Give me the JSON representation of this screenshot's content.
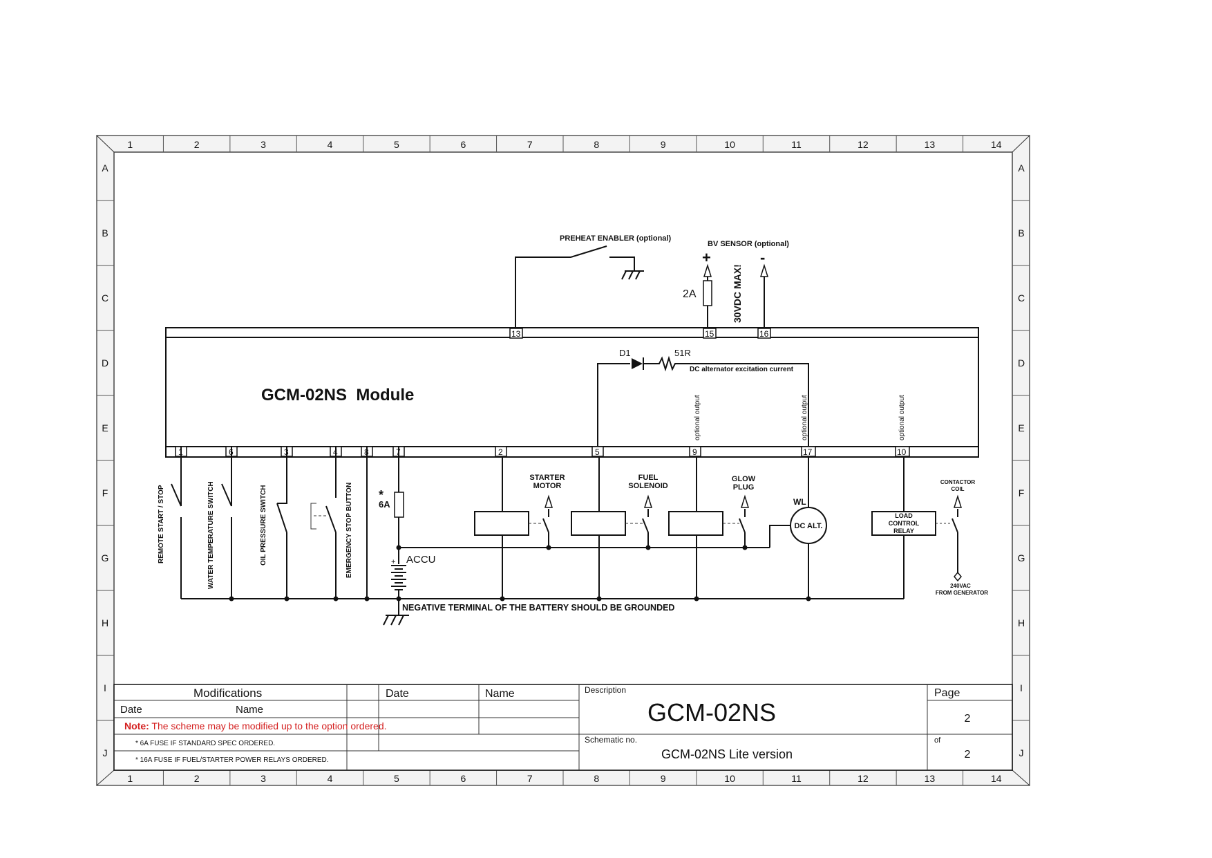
{
  "frame": {
    "columns": [
      "1",
      "2",
      "3",
      "4",
      "5",
      "6",
      "7",
      "8",
      "9",
      "10",
      "11",
      "12",
      "13",
      "14"
    ],
    "rows": [
      "A",
      "B",
      "C",
      "D",
      "E",
      "F",
      "G",
      "H",
      "I",
      "J"
    ]
  },
  "module": {
    "title": "GCM-02NS  Module",
    "top_terminals": [
      "13",
      "15",
      "16"
    ],
    "bottom_terminals": [
      "1",
      "6",
      "3",
      "4",
      "8",
      "7",
      "2",
      "5",
      "9",
      "17",
      "10"
    ]
  },
  "labels": {
    "preheat": "PREHEAT ENABLER (optional)",
    "bv_sensor": "BV SENSOR (optional)",
    "plus": "+",
    "minus": "-",
    "fuse_2a": "2A",
    "max_voltage": "30VDC MAX!",
    "d1": "D1",
    "r51": "51R",
    "excitation": "DC alternator excitation current",
    "optional_output": "optional output",
    "remote_start": "REMOTE START / STOP",
    "water_temp": "WATER TEMPERATURE SWITCH",
    "oil_pressure": "OIL PRESSURE SWITCH",
    "emergency_stop": "EMERGENCY STOP BUTTON",
    "star": "*",
    "fuse_6a": "6A",
    "accu": "ACCU",
    "accu_plus": "+",
    "starter_1": "STARTER",
    "starter_2": "MOTOR",
    "fuel_1": "FUEL",
    "fuel_2": "SOLENOID",
    "glow_1": "GLOW",
    "glow_2": "PLUG",
    "wl": "WL",
    "dc_alt": "DC ALT.",
    "load_1": "LOAD",
    "load_2": "CONTROL",
    "load_3": "RELAY",
    "contactor_1": "CONTACTOR",
    "contactor_2": "COIL",
    "gen_1": "240VAC",
    "gen_2": "FROM GENERATOR",
    "ground_note": "NEGATIVE TERMINAL OF THE BATTERY SHOULD BE GROUNDED"
  },
  "title_block": {
    "modifications": "Modifications",
    "date_header": "Date",
    "name_header": "Name",
    "date_col": "Date",
    "name_col": "Name",
    "note_label": "Note:",
    "note_text": " The scheme may be modified up to the option ordered.",
    "fuse_note_1": "* 6A FUSE IF STANDARD SPEC ORDERED.",
    "fuse_note_2": "* 16A FUSE IF FUEL/STARTER POWER RELAYS ORDERED.",
    "description_label": "Description",
    "description": "GCM-02NS",
    "schematic_label": "Schematic no.",
    "schematic": "GCM-02NS Lite version",
    "page_label": "Page",
    "page": "2",
    "of_label": "of",
    "total": "2"
  },
  "colors": {
    "line": "#111111",
    "note": "#d42020",
    "frame_fill": "#f3f3f3"
  }
}
